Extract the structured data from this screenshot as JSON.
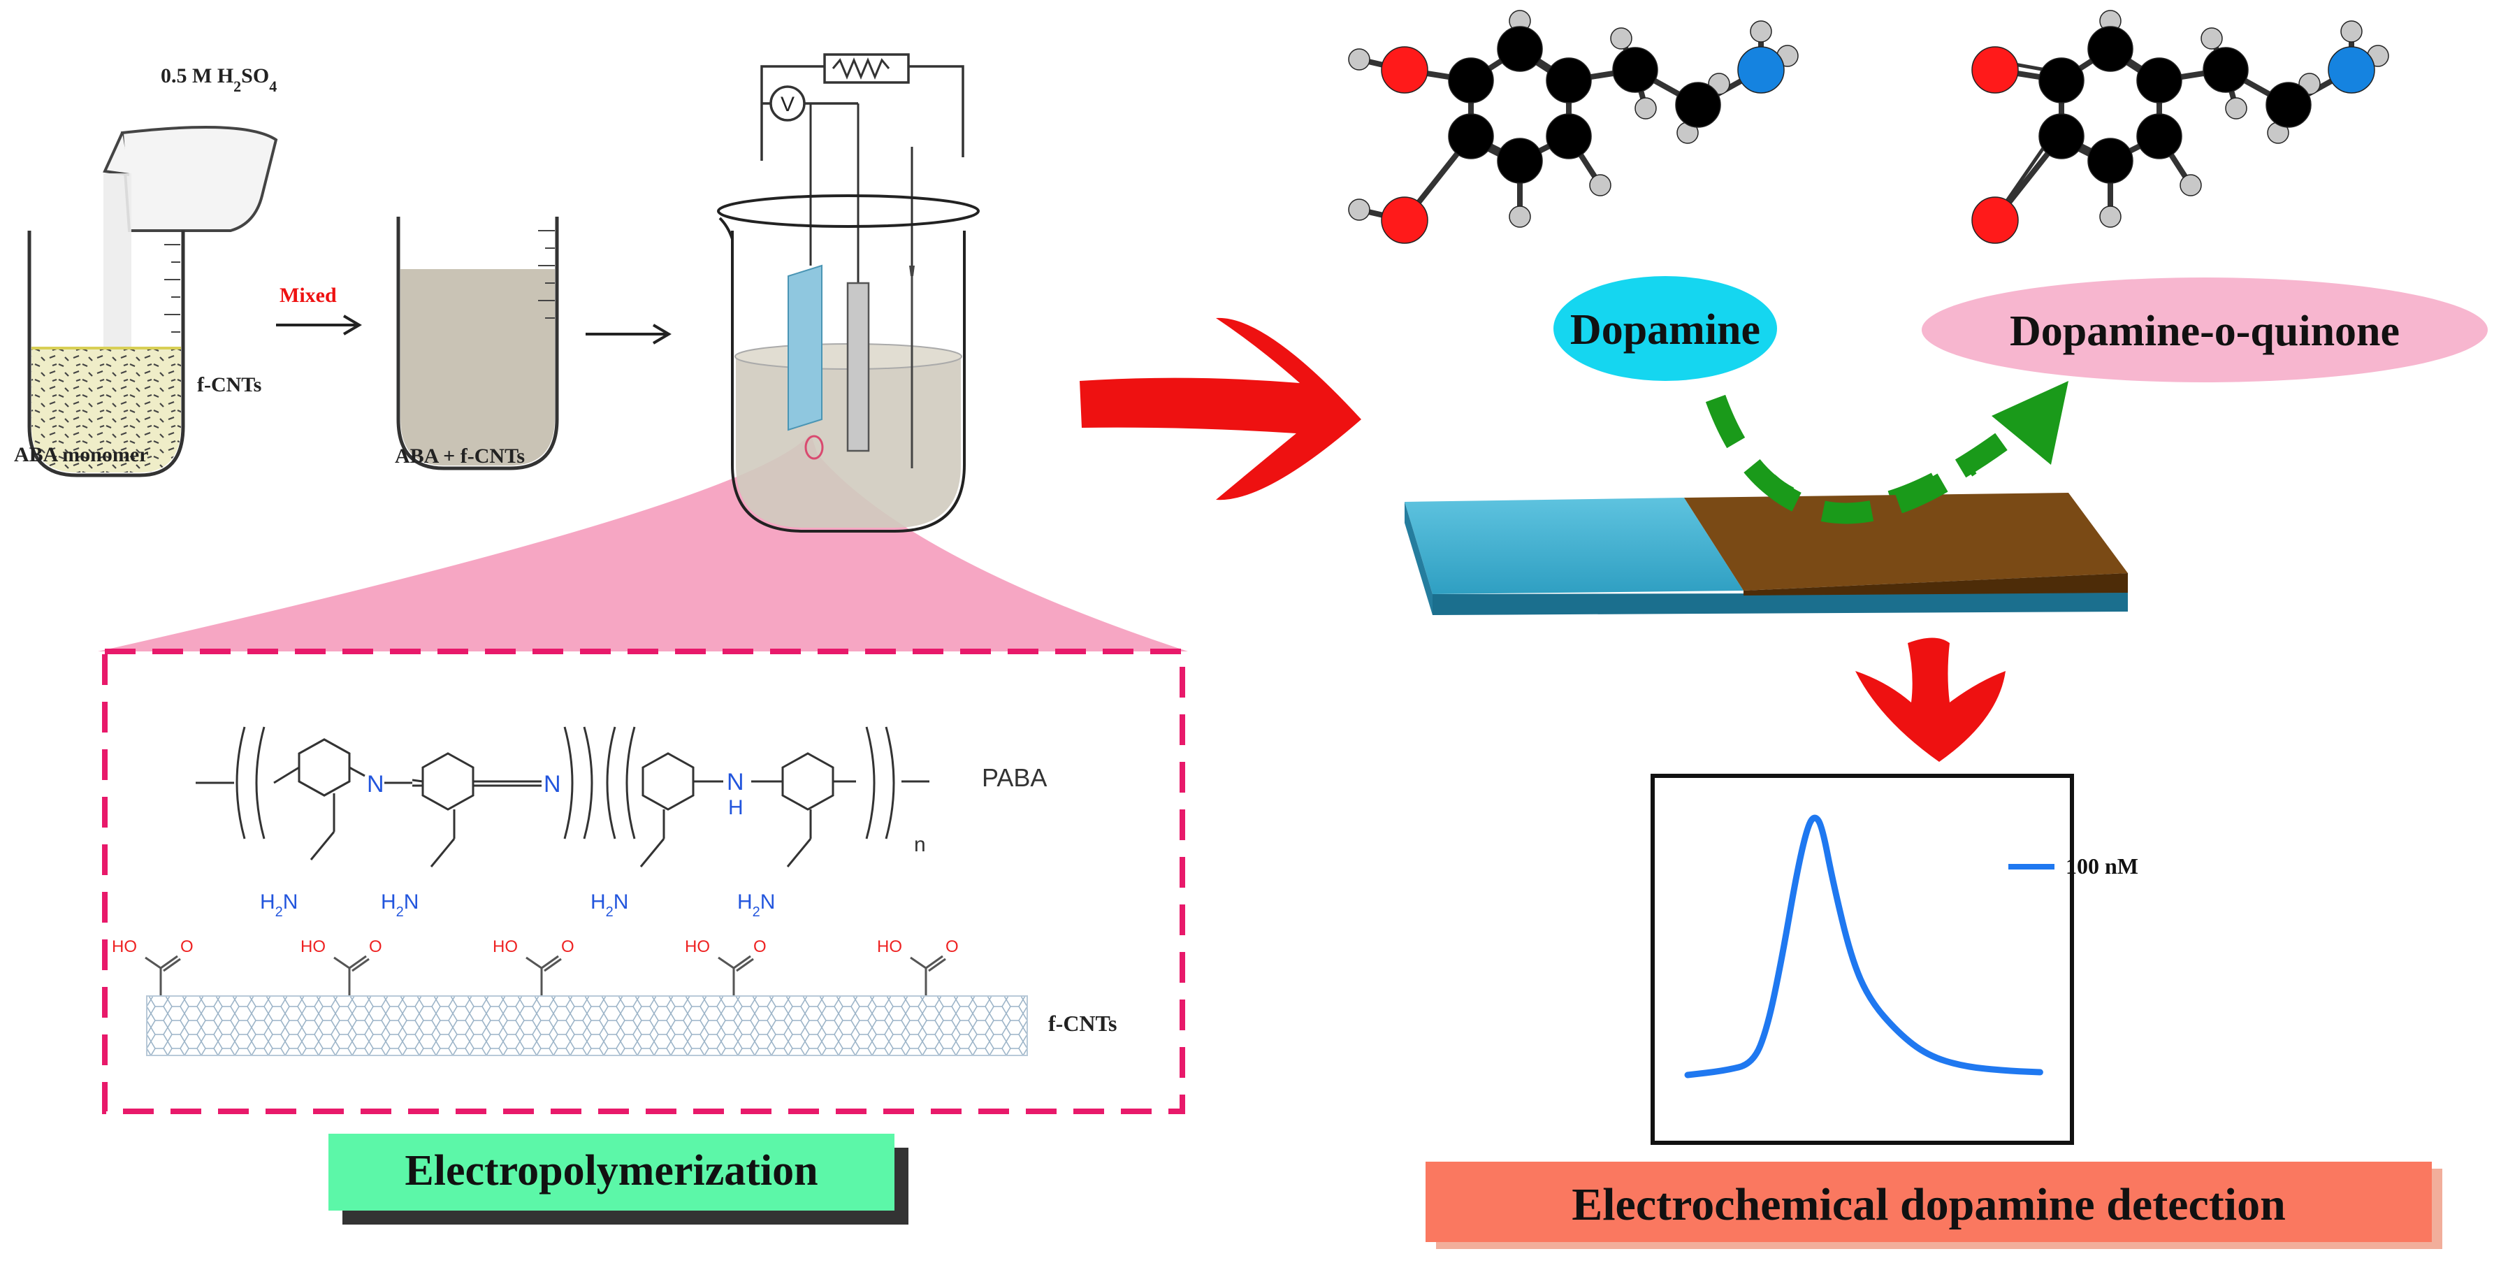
{
  "labels": {
    "acid_html": "0.5 M H<tspan baseline-shift=\"sub\" font-size=\"22\">2</tspan>SO<tspan baseline-shift=\"sub\" font-size=\"22\">4</tspan>",
    "acid_text": "0.5 M H2SO4",
    "fcnts_top": "f-CNTs",
    "aba_monomer": "ABA monomer",
    "mixed": "Mixed",
    "aba_fcnts": "ABA + f-CNTs",
    "voltmeter": "V",
    "dopamine": "Dopamine",
    "quinone": "Dopamine-o-quinone",
    "paba": "PABA",
    "fcnts_bottom": "f-CNTs",
    "n_sub": "n",
    "nitrogen": "N",
    "nh_h": "H",
    "h2n_h": "H",
    "h2n_2": "2",
    "h2n_n": "N",
    "cooh_ho": "HO",
    "cooh_o": "O",
    "electropolymerization": "Electropolymerization",
    "legend": "100 nM",
    "detection": "Electrochemical dopamine detection"
  },
  "colors": {
    "red_arrow": "#ee1111",
    "green_arrow": "#1a9a1a",
    "dopamine_pill": "#15d6f0",
    "quinone_pill": "#f7b6cf",
    "electropoly_banner": "#5cf7a8",
    "detection_banner": "#fa7860",
    "zoom_cone": "#f59cbc",
    "dashed_box": "#e8196a",
    "electrode_blue": "#2fa6c6",
    "electrode_brown": "#7a4a15",
    "curve": "#1f78f0",
    "atom_oxygen": "#ff1a1a",
    "atom_nitrogen": "#1583e0",
    "atom_carbon": "#000000",
    "atom_hydrogen": "#c8c8c8",
    "structure_N": "#2255dd",
    "cooh_red": "#ee2222"
  },
  "chart_data": {
    "type": "line",
    "series": [
      {
        "name": "100 nM"
      }
    ],
    "xlabel": "",
    "ylabel": "",
    "grid": false,
    "legend": "top-right",
    "axis_ticks": false
  }
}
